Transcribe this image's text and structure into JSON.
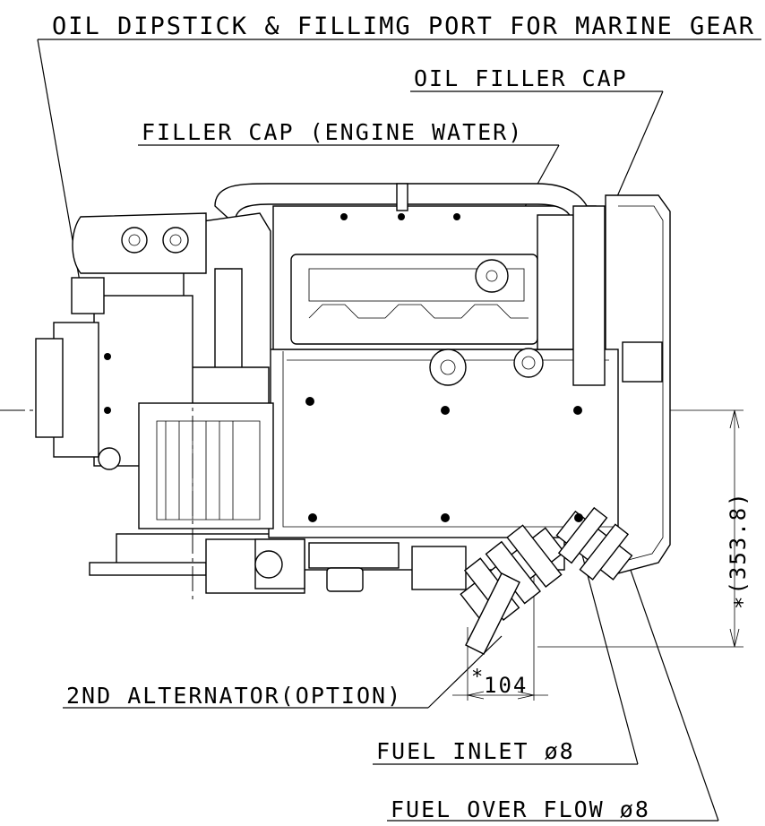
{
  "labels": {
    "dipstick": "OIL DIPSTICK & FILLIMG PORT FOR MARINE GEAR",
    "oil_filler_cap": "OIL FILLER CAP",
    "filler_cap_water": "FILLER CAP (ENGINE WATER)",
    "second_alternator": "2ND ALTERNATOR(OPTION)",
    "fuel_inlet": "FUEL INLET ø8",
    "fuel_overflow": "FUEL OVER FLOW ø8"
  },
  "dimensions": {
    "height_ref": "∗(353.8)",
    "offset_ref_mark": "∗",
    "offset_ref_value": "104"
  }
}
